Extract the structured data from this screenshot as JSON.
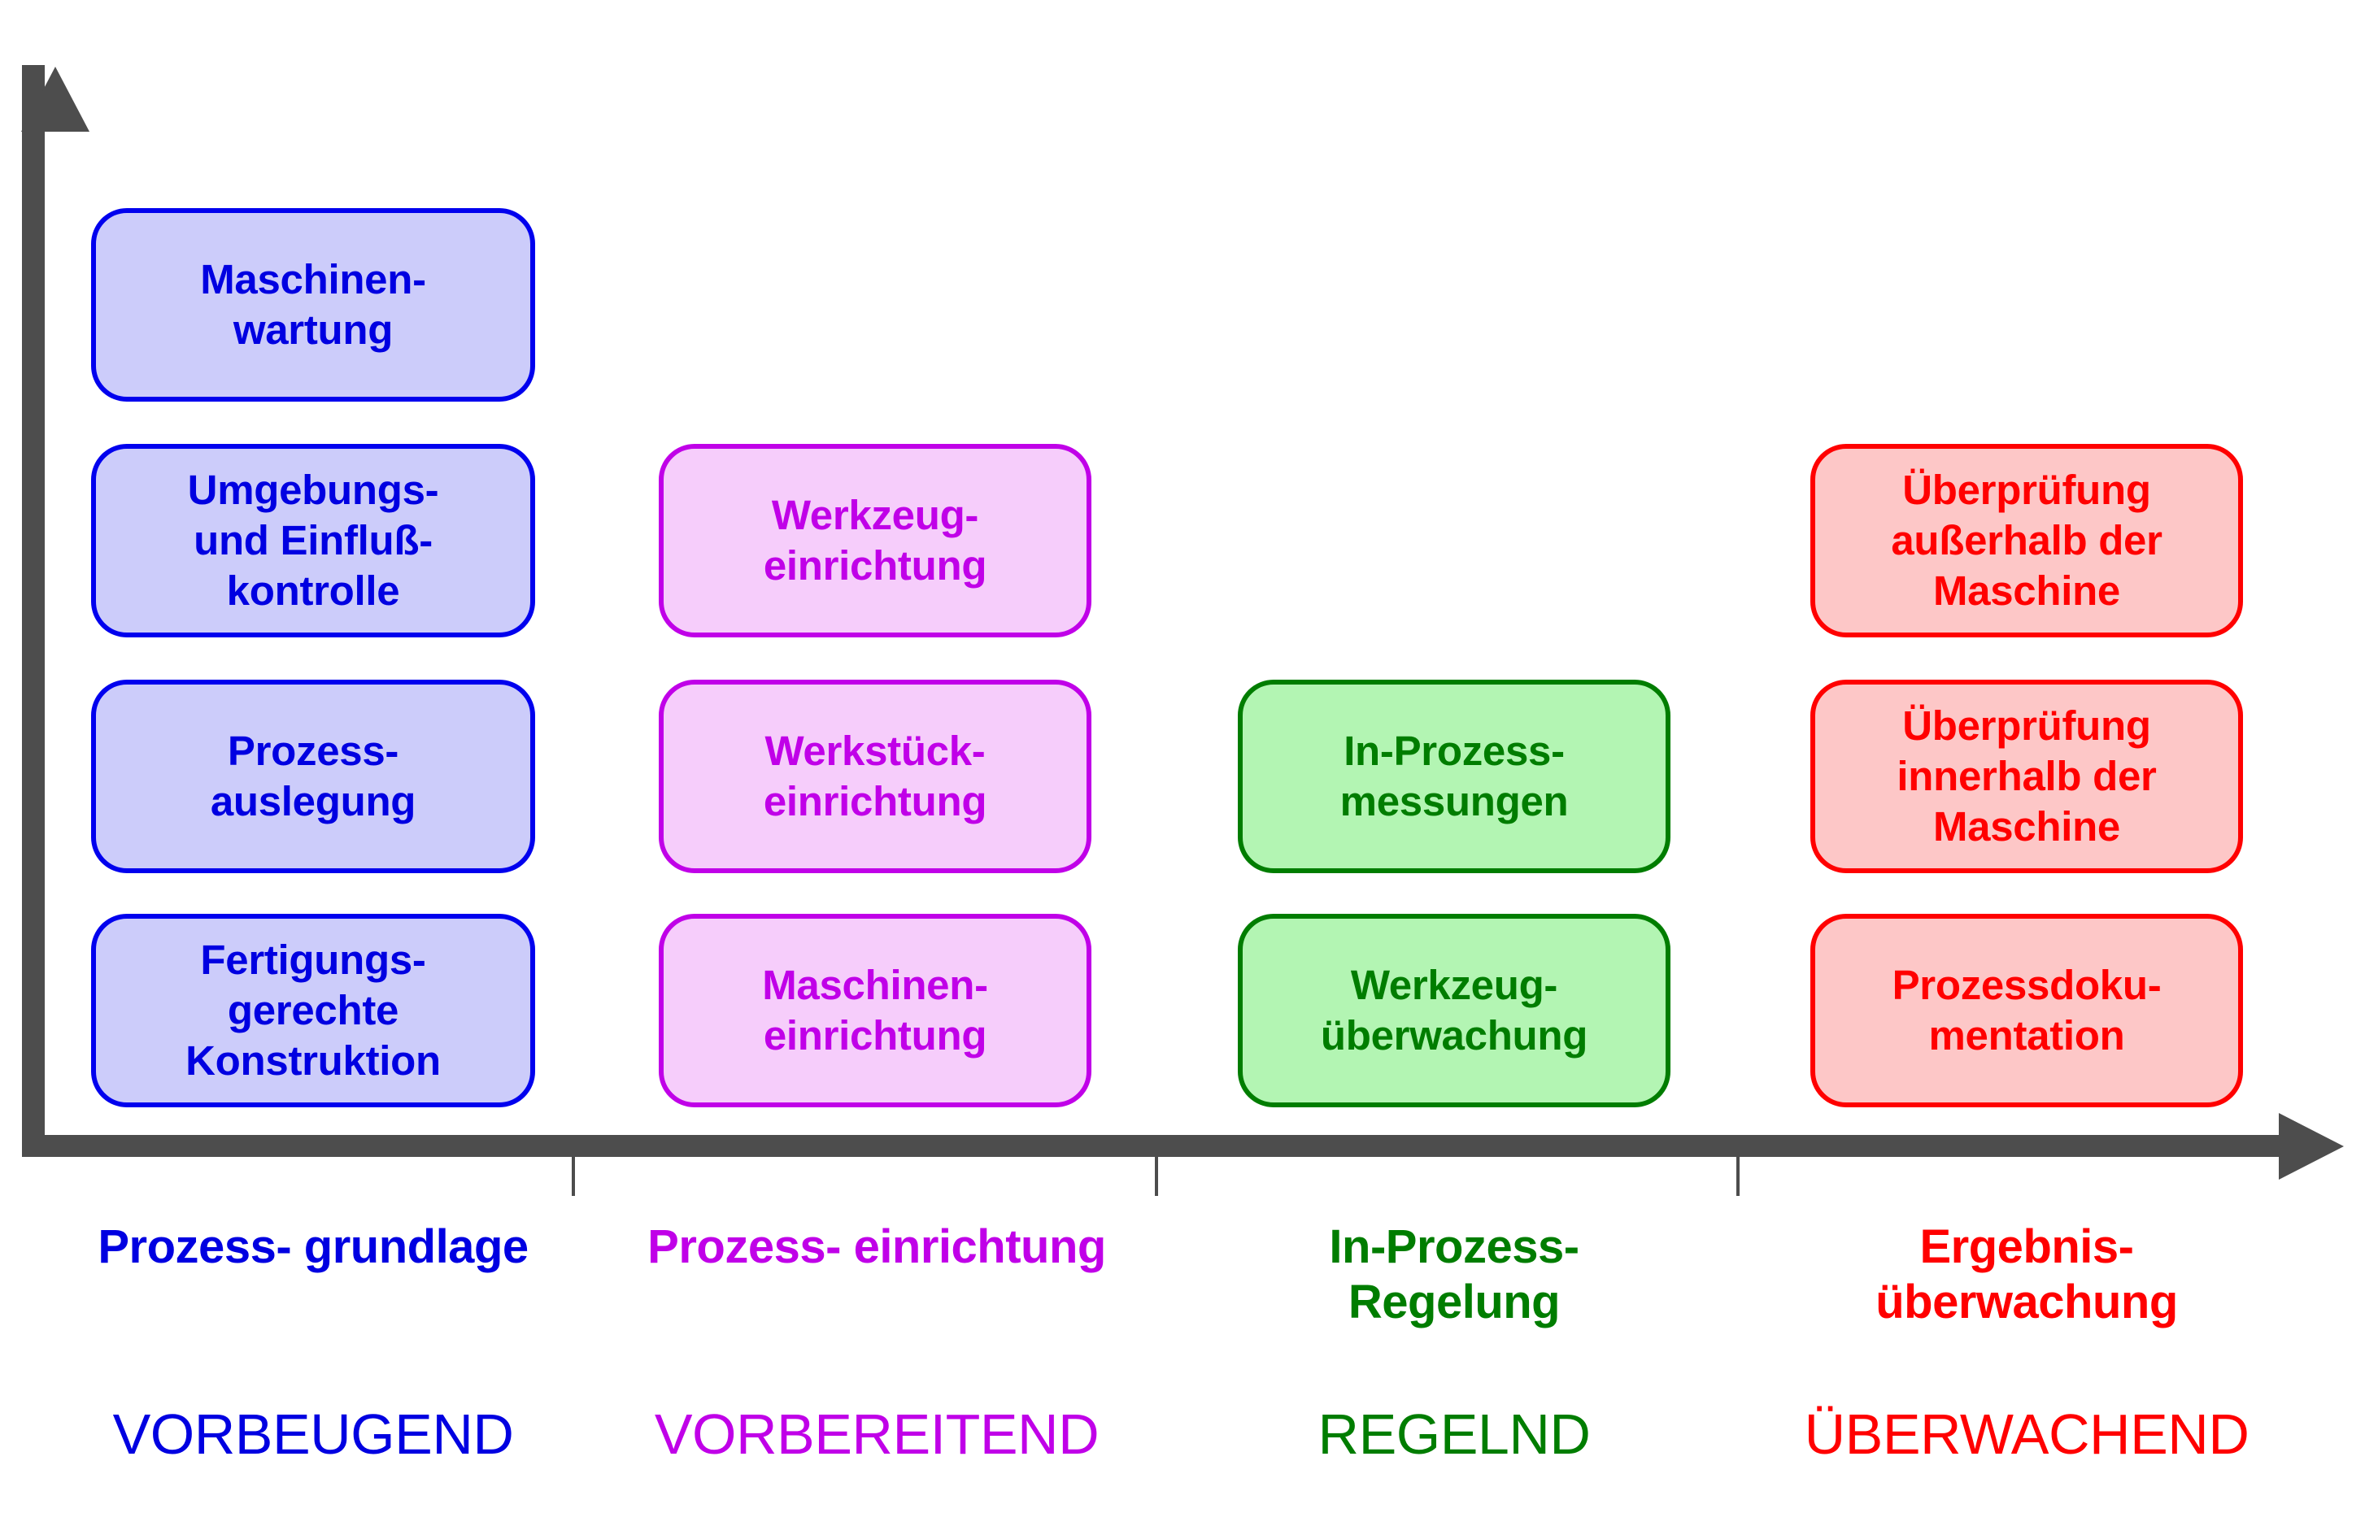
{
  "diagram": {
    "title_visible": false,
    "axis": {
      "y_axis_icon": "up-arrow",
      "x_axis_icon": "right-arrow",
      "axis_color": "#4d4d4d",
      "tick_count": 3
    },
    "columns": [
      {
        "id": "vorbeugend",
        "theme": "blue",
        "accent": "#0000e1",
        "fill": "#ccccfa",
        "phase_label_lines": [
          "Prozess-",
          "grundlage"
        ],
        "mode_label": "VORBEUGEND",
        "boxes": [
          {
            "lines": [
              "Maschinen-",
              "wartung"
            ]
          },
          {
            "lines": [
              "Umgebungs-",
              "und Einfluß-",
              "kontrolle"
            ]
          },
          {
            "lines": [
              "Prozess-",
              "auslegung"
            ]
          },
          {
            "lines": [
              "Fertigungs-",
              "gerechte",
              "Konstruktion"
            ]
          }
        ]
      },
      {
        "id": "vorbereitend",
        "theme": "magenta",
        "accent": "#c000e8",
        "fill": "#f6cdfb",
        "phase_label_lines": [
          "Prozess-",
          "einrichtung"
        ],
        "mode_label": "VORBEREITEND",
        "boxes": [
          {
            "lines": [
              "Werkzeug-",
              "einrichtung"
            ]
          },
          {
            "lines": [
              "Werkstück-",
              "einrichtung"
            ]
          },
          {
            "lines": [
              "Maschinen-",
              "einrichtung"
            ]
          }
        ]
      },
      {
        "id": "regelnd",
        "theme": "green",
        "accent": "#007d00",
        "fill": "#b3f5b3",
        "phase_label_lines": [
          "In-Prozess-",
          "Regelung"
        ],
        "mode_label": "REGELND",
        "boxes": [
          {
            "lines": [
              "In-Prozess-",
              "messungen"
            ]
          },
          {
            "lines": [
              "Werkzeug-",
              "überwachung"
            ]
          }
        ]
      },
      {
        "id": "ueberwachend",
        "theme": "red",
        "accent": "#ff0000",
        "fill": "#fdc7c7",
        "phase_label_lines": [
          "Ergebnis-",
          "überwachung"
        ],
        "mode_label": "ÜBERWACHEND",
        "boxes": [
          {
            "lines": [
              "Überprüfung",
              "außerhalb der",
              "Maschine"
            ]
          },
          {
            "lines": [
              "Überprüfung",
              "innerhalb der",
              "Maschine"
            ]
          },
          {
            "lines": [
              "Prozessdoku-",
              "mentation"
            ]
          }
        ]
      }
    ]
  }
}
